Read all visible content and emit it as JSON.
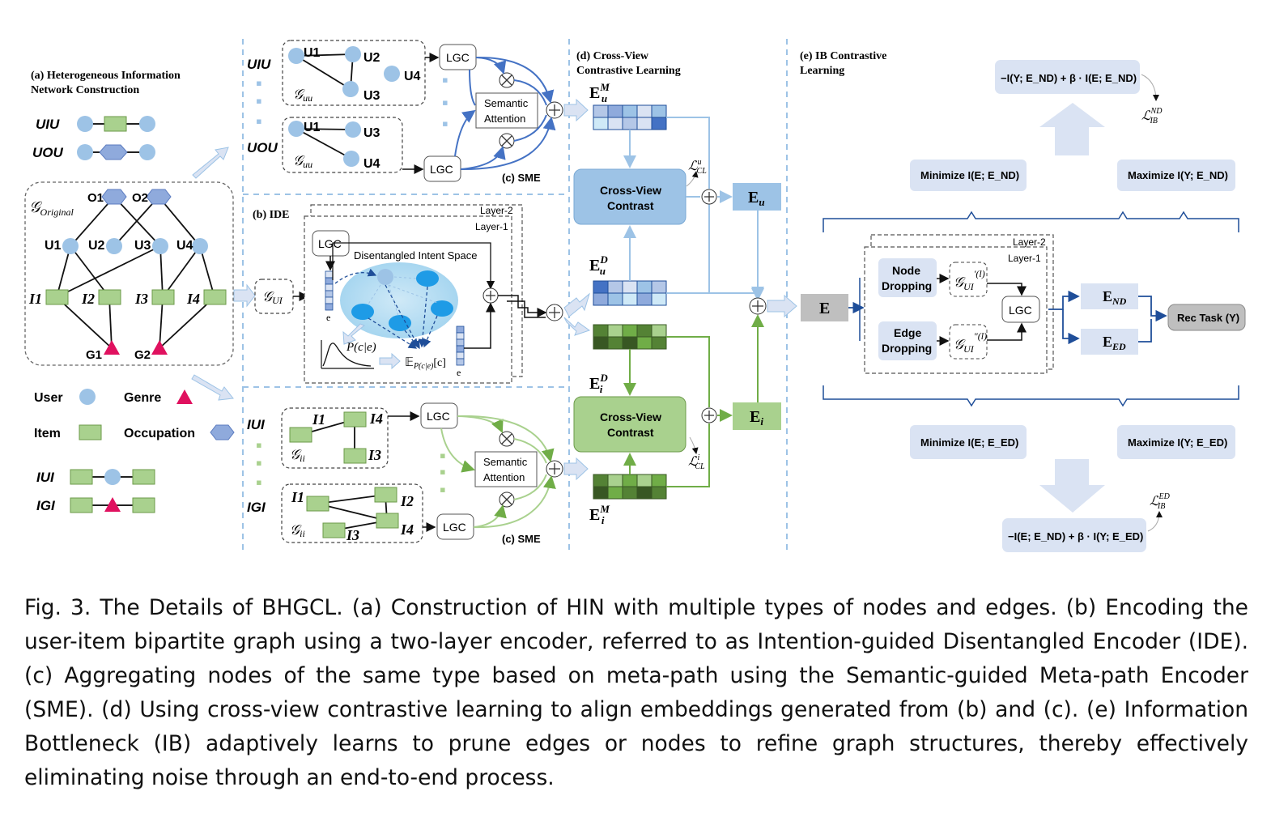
{
  "panels": {
    "a": "(a) Heterogeneous Information Network Construction",
    "a_line1": "(a) Heterogeneous Information",
    "a_line2": "Network Construction",
    "b": "(b) IDE",
    "c": "(c) SME",
    "d_line1": "(d) Cross-View",
    "d_line2": "Contrastive Learning",
    "e_line1": "(e) IB Contrastive",
    "e_line2": "Learning"
  },
  "meta_paths": {
    "uiu": "UIU",
    "uou": "UOU",
    "iui": "IUI",
    "igi": "IGI"
  },
  "legend": {
    "user": "User",
    "genre": "Genre",
    "item": "Item",
    "occupation": "Occupation"
  },
  "graph": {
    "label": "𝒢",
    "label_sub": "Original",
    "uu_label": "𝒢",
    "uu_sub": "uu",
    "ii_sub": "ii",
    "ui_sub": "UI",
    "occupations": [
      "O1",
      "O2"
    ],
    "users": [
      "U1",
      "U2",
      "U3",
      "U4"
    ],
    "items": [
      "I1",
      "I2",
      "I3",
      "I4"
    ],
    "genres": [
      "G1",
      "G2"
    ]
  },
  "blocks": {
    "lgc": "LGC",
    "semantic_attention_1": "Semantic",
    "semantic_attention_2": "Attention",
    "cross_view_1": "Cross-View",
    "cross_view_2": "Contrast",
    "layer2": "Layer-2",
    "layer1": "Layer-1",
    "intent_space": "Disentangled Intent Space",
    "e_small": "e",
    "pce": "P(c|e)",
    "expect": "𝔼",
    "expect_sub": "P(c|e)",
    "expect_tail": "[c]",
    "node_dropping_1": "Node",
    "node_dropping_2": "Dropping",
    "edge_dropping_1": "Edge",
    "edge_dropping_2": "Dropping",
    "rec_task": "Rec Task (Y)",
    "E": "E"
  },
  "embeddings": {
    "eu_m": "E",
    "eu_m_sup": "M",
    "eu_m_sub": "u",
    "eu_d": "E",
    "eu_d_sup": "D",
    "eu_d_sub": "u",
    "ei_d": "E",
    "ei_d_sup": "D",
    "ei_d_sub": "i",
    "ei_m": "E",
    "ei_m_sup": "M",
    "ei_m_sub": "i",
    "eu": "E",
    "eu_sub": "u",
    "ei": "E",
    "ei_sub": "i",
    "end": "E",
    "end_sub": "ND",
    "eed": "E",
    "eed_sub": "ED",
    "lcl_u": "ℒ",
    "lcl_u_sup": "u",
    "lcl_u_sub": "CL",
    "lcl_i": "ℒ",
    "lcl_i_sup": "i",
    "lcl_i_sub": "CL"
  },
  "ib": {
    "top_formula": "−I(Y; E_ND) + β · I(E; E_ND)",
    "bottom_formula": "−I(E; E_ND) + β · I(Y; E_ED)",
    "min_nd": "Minimize I(E; E_ND)",
    "max_nd": "Maximize I(Y; E_ND)",
    "min_ed": "Minimize I(E; E_ED)",
    "max_ed": "Maximize I(Y; E_ED)",
    "l_nd": "ℒ",
    "l_nd_sup": "ND",
    "l_nd_sub": "IB",
    "l_ed": "ℒ",
    "l_ed_sup": "ED",
    "l_ed_sub": "IB"
  },
  "caption": "Fig. 3.  The Details of BHGCL. (a) Construction of HIN with multiple types of nodes and edges. (b) Encoding the user-item bipartite graph using a two-layer encoder, referred to as Intention-guided Disentangled Encoder (IDE). (c) Aggregating nodes of the same type based on meta-path using the Semantic-guided Meta-path Encoder (SME). (d) Using cross-view contrastive learning to align embeddings generated from (b) and (c). (e) Information Bottleneck (IB) adaptively learns to prune edges or nodes to refine graph structures, thereby effectively eliminating noise through an end-to-end process.",
  "colors": {
    "user_node": "#9dc3e6",
    "item_node": "#a9d18e",
    "occupation_node": "#8faadc",
    "genre_node": "#e0115f",
    "blue_arrow": "#4472c4",
    "green_arrow": "#70ad47",
    "divider": "#9dc3e6",
    "cross_view_blue": "#9dc3e6",
    "cross_view_green": "#a9d18e",
    "ib_box": "#dae3f3"
  }
}
